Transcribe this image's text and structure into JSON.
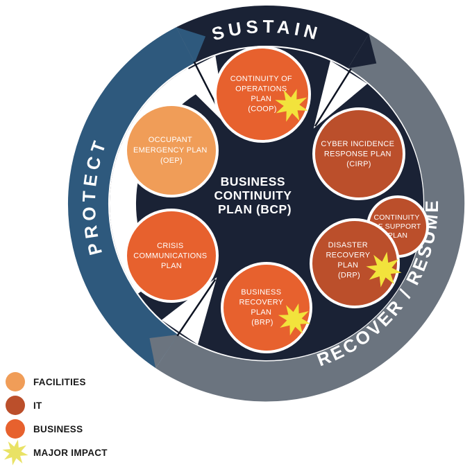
{
  "diagram_title": "Business Continuity Plan (BCP) wheel",
  "colors": {
    "navy": "#1a2235",
    "steel_blue": "#2e597d",
    "gray": "#6b747f",
    "orange": "#e7612e",
    "light_orange": "#f09d58",
    "rust": "#bb4f2b",
    "star_yellow": "#f2e33c",
    "legend_star_yellow": "#e9e265",
    "line_black": "#0d1322",
    "white": "#ffffff"
  },
  "ring": {
    "direction": "clockwise",
    "segments": [
      {
        "label": "SUSTAIN",
        "color": "#1a2235"
      },
      {
        "label": "RECOVER / RESUME",
        "color": "#6b747f"
      },
      {
        "label": "PROTECT",
        "color": "#2e597d"
      }
    ]
  },
  "center": {
    "color": "#1a2235",
    "lines": [
      "BUSINESS",
      "CONTINUITY",
      "PLAN (BCP)"
    ]
  },
  "plans": [
    {
      "id": "coop",
      "category": "BUSINESS",
      "color": "#e7612e",
      "major_impact": true,
      "lines": [
        "CONTINUITY OF",
        "OPERATIONS",
        "PLAN",
        "(COOP)"
      ]
    },
    {
      "id": "cirp",
      "category": "IT",
      "color": "#bb4f2b",
      "major_impact": false,
      "lines": [
        "CYBER INCIDENCE",
        "RESPONSE PLAN",
        "(CIRP)"
      ]
    },
    {
      "id": "oep",
      "category": "FACILITIES",
      "color": "#f09d58",
      "major_impact": false,
      "lines": [
        "OCCUPANT",
        "EMERGENCY PLAN",
        "(OEP)"
      ]
    },
    {
      "id": "support",
      "category": "IT",
      "color": "#bb4f2b",
      "major_impact": false,
      "lines": [
        "CONTINUITY",
        "OF SUPPORT",
        "PLAN"
      ]
    },
    {
      "id": "drp",
      "category": "IT",
      "color": "#bb4f2b",
      "major_impact": true,
      "lines": [
        "DISASTER",
        "RECOVERY",
        "PLAN",
        "(DRP)"
      ]
    },
    {
      "id": "crisis",
      "category": "BUSINESS",
      "color": "#e7612e",
      "major_impact": false,
      "lines": [
        "CRISIS",
        "COMMUNICATIONS",
        "PLAN"
      ]
    },
    {
      "id": "brp",
      "category": "BUSINESS",
      "color": "#e7612e",
      "major_impact": true,
      "lines": [
        "BUSINESS",
        "RECOVERY",
        "PLAN",
        "(BRP)"
      ]
    }
  ],
  "legend": {
    "items": [
      {
        "label": "FACILITIES",
        "shape": "circle",
        "color": "#f09d58"
      },
      {
        "label": "IT",
        "shape": "circle",
        "color": "#bb4f2b"
      },
      {
        "label": "BUSINESS",
        "shape": "circle",
        "color": "#e7612e"
      },
      {
        "label": "MAJOR IMPACT",
        "shape": "star",
        "color": "#e9e265"
      }
    ]
  }
}
